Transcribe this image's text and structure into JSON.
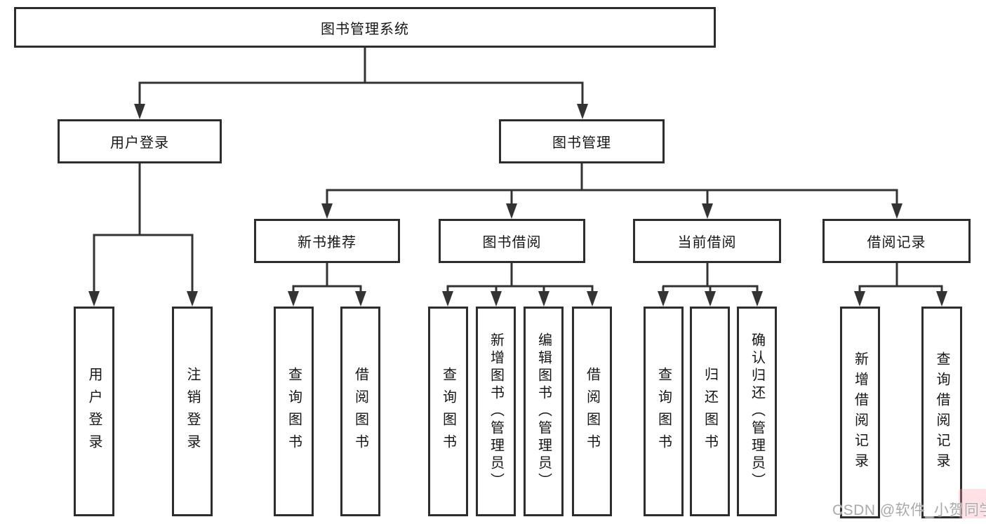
{
  "diagram": {
    "title": "图书管理系统",
    "root": {
      "label": "图书管理系统"
    },
    "level2": [
      {
        "id": "user-login",
        "label": "用户登录"
      },
      {
        "id": "book-management",
        "label": "图书管理"
      }
    ],
    "level3": [
      {
        "id": "new-book-recommend",
        "label": "新书推荐"
      },
      {
        "id": "book-borrow",
        "label": "图书借阅"
      },
      {
        "id": "current-borrow",
        "label": "当前借阅"
      },
      {
        "id": "borrow-records",
        "label": "借阅记录"
      }
    ],
    "leaves": [
      {
        "parent": "用户登录",
        "label": "用户登录"
      },
      {
        "parent": "用户登录",
        "label": "注销登录"
      },
      {
        "parent": "新书推荐",
        "label": "查询图书"
      },
      {
        "parent": "新书推荐",
        "label": "借阅图书"
      },
      {
        "parent": "图书借阅",
        "label": "查询图书"
      },
      {
        "parent": "图书借阅",
        "label": "新增图书（管理员）"
      },
      {
        "parent": "图书借阅",
        "label": "编辑图书（管理员）"
      },
      {
        "parent": "图书借阅",
        "label": "借阅图书"
      },
      {
        "parent": "当前借阅",
        "label": "查询图书"
      },
      {
        "parent": "当前借阅",
        "label": "归还图书"
      },
      {
        "parent": "当前借阅",
        "label": "确认归还（管理员）"
      },
      {
        "parent": "借阅记录",
        "label": "新增借阅记录"
      },
      {
        "parent": "借阅记录",
        "label": "查询借阅记录"
      }
    ],
    "watermark": "CSDN @软件_小贺同学",
    "colors": {
      "line": "#333333",
      "border": "#2d2d2d",
      "text": "#161616",
      "watermark": "#a9a9a9"
    }
  }
}
